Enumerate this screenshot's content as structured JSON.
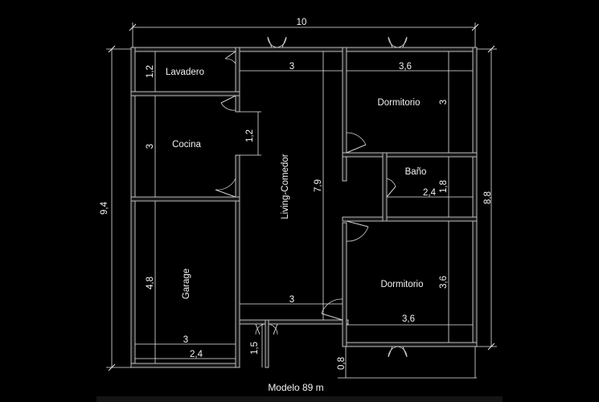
{
  "title": "Modelo 89 m",
  "rooms": {
    "lavadero": "Lavadero",
    "cocina": "Cocina",
    "garage": "Garage",
    "living": "Living-Comedor",
    "dormitorio1": "Dormitorio",
    "dormitorio2": "Dormitorio",
    "bano": "Baño"
  },
  "dimensions": {
    "overall_width": "10",
    "overall_height_left": "9,4",
    "overall_height_right": "8,8",
    "lavadero_h": "1,2",
    "cocina_h": "3",
    "hall_gap": "1,2",
    "garage_h": "4,8",
    "garage_w": "3",
    "garage_w_inner": "2,4",
    "entry_depth": "1,5",
    "living_w_top": "3",
    "living_w_bottom": "3",
    "living_h": "7,9",
    "dorm1_w": "3,6",
    "dorm1_h": "3",
    "bano_w": "2,4",
    "bano_h": "1,8",
    "dorm2_w": "3,6",
    "dorm2_h": "3,6",
    "offset_bottom": "0,8"
  },
  "colors": {
    "background": "#000000",
    "lines": "#e8e8e8",
    "walls": "#bdbdbd"
  }
}
